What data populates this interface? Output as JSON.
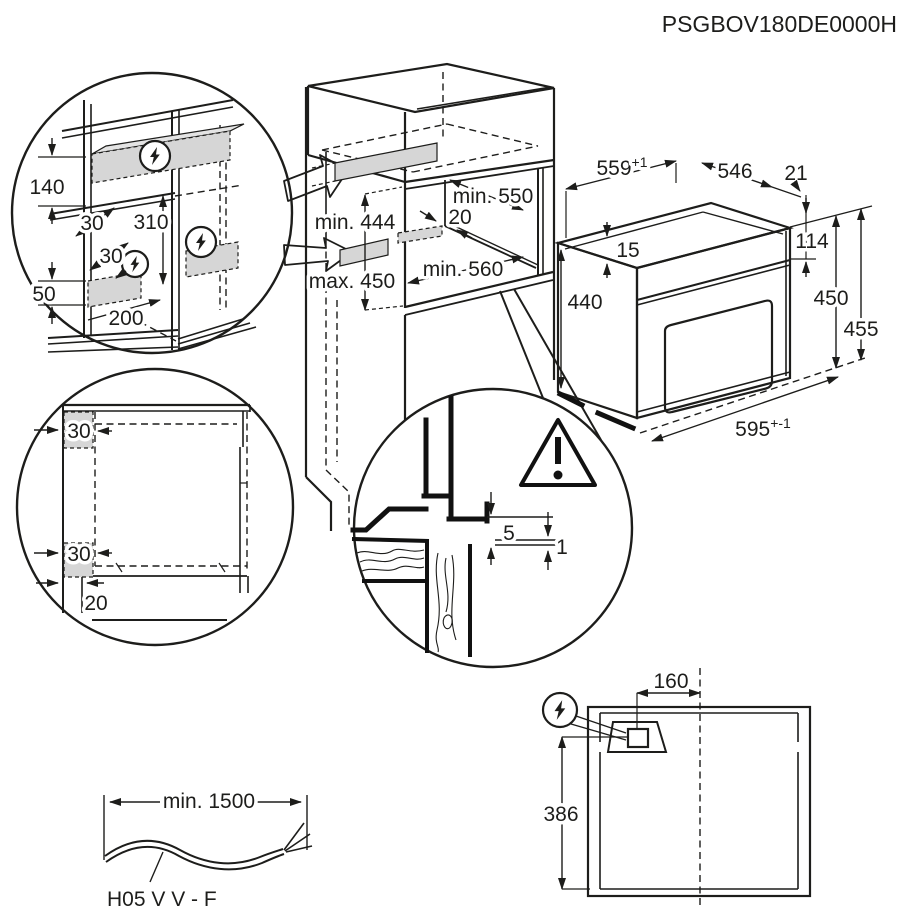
{
  "title": "PSGBOV180DE0000H",
  "install_detail": {
    "height_top": "140",
    "gap_upper": "30",
    "spacing": "310",
    "gap_lower": "30",
    "height_bottom": "50",
    "depth": "200"
  },
  "niche": {
    "depth": "min. 550",
    "zone_offset": "20",
    "height_min": "min. 444",
    "height_max": "max. 450",
    "width": "min. 560"
  },
  "oven": {
    "niche_width": "559",
    "niche_width_tol": "+1",
    "depth": "546",
    "front_offset": "21",
    "top_inset": "15",
    "panel_height": "114",
    "body_height": "440",
    "height": "450",
    "total_height": "455",
    "width": "595",
    "width_tol": "+-1"
  },
  "side_detail": {
    "clearance_top": "30",
    "clearance_bottom": "30",
    "front_gap": "20"
  },
  "gap_detail": {
    "gap_upper": "5",
    "gap_lower": "1"
  },
  "top_view": {
    "connection_offset": "160",
    "connection_depth": "386"
  },
  "cable": {
    "length": "min. 1500",
    "type": "H05 V V - F"
  },
  "icons": {
    "electrical_connection": "lightning-bolt-icon",
    "warning": "warning-triangle-icon"
  },
  "colors": {
    "line": "#1d1d1b",
    "zone_fill": "#d6d6d6",
    "background": "#ffffff"
  }
}
